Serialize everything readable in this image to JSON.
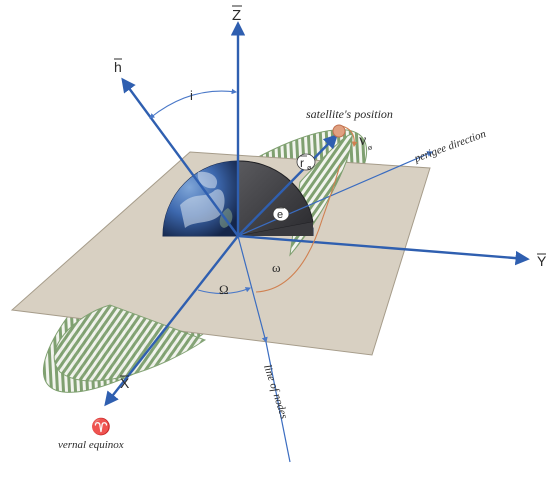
{
  "labels": {
    "z_axis": "Z",
    "y_axis": "Y",
    "x_axis": "X",
    "h_vector": "h",
    "inclination": "i",
    "satellite_position": "satellite's position",
    "true_anomaly": "ν",
    "true_anomaly_sub": "ø",
    "radius_vector": "r",
    "radius_sub": "ø",
    "perigee_direction": "perigee direction",
    "eccentricity_vector": "e",
    "arg_perigee": "ω",
    "raan": "Ω",
    "line_of_nodes": "line of nodes",
    "vernal_symbol": "♈",
    "vernal_equinox": "vernal equinox"
  },
  "colors": {
    "axis_blue": "#2f5fb0",
    "plane_fill": "#d8d0c2",
    "orbit_green": "#7fa070",
    "earth_blue": "#2f5fa8",
    "satellite_orange": "#e0a080",
    "arc_orange": "#d08050"
  }
}
